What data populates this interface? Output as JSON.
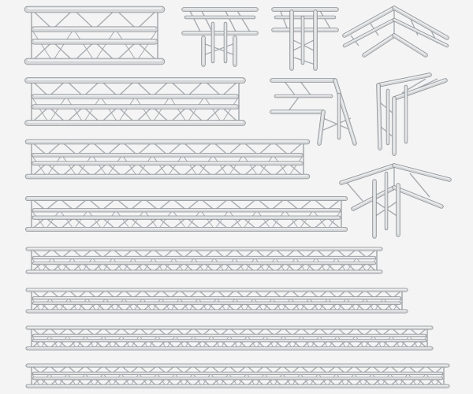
{
  "background": "#f4f4f4",
  "colors": {
    "tube_fill": "#d4d6d8",
    "tube_edge": "#8c9094",
    "tube_highlight": "#f2f3f4",
    "brace": "#a9adb1"
  },
  "items": [
    {
      "type": "straight-truss",
      "label": ""
    },
    {
      "type": "straight-truss",
      "label": ""
    },
    {
      "type": "straight-truss",
      "label": ""
    },
    {
      "type": "straight-truss",
      "label": ""
    },
    {
      "type": "straight-truss",
      "label": ""
    },
    {
      "type": "straight-truss",
      "label": ""
    },
    {
      "type": "straight-truss",
      "label": ""
    },
    {
      "type": "straight-truss",
      "label": ""
    },
    {
      "type": "t-junction",
      "label": ""
    },
    {
      "type": "cross-junction",
      "label": ""
    },
    {
      "type": "three-way-corner",
      "label": ""
    },
    {
      "type": "corner-down",
      "label": ""
    },
    {
      "type": "l-corner",
      "label": ""
    },
    {
      "type": "four-way-corner",
      "label": ""
    }
  ]
}
